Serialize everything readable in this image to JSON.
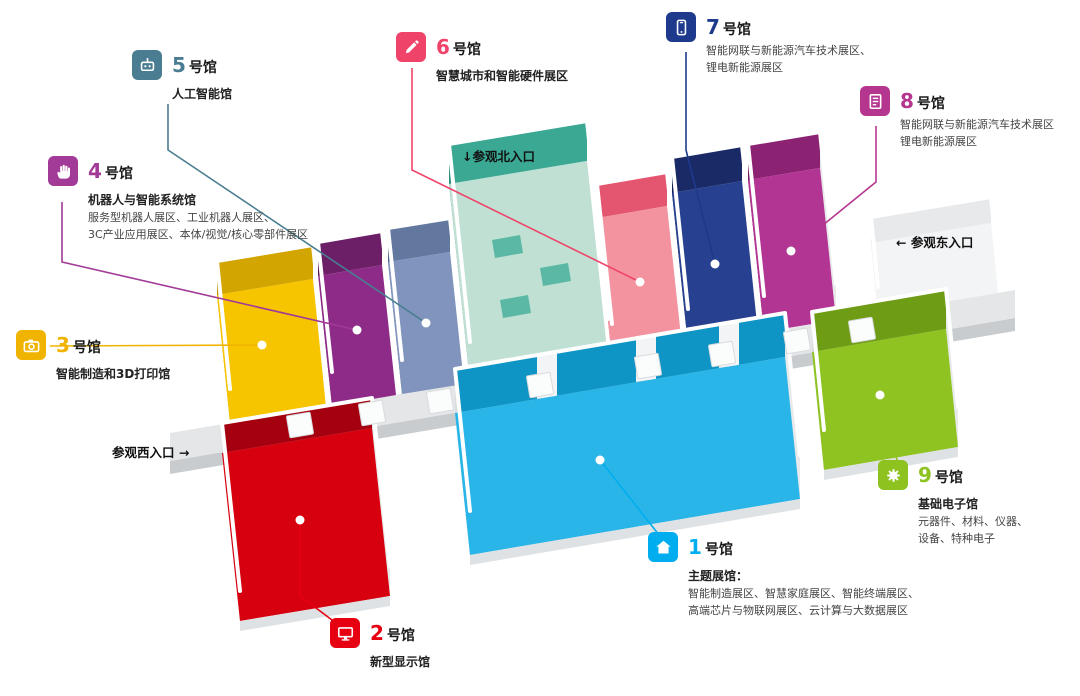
{
  "halls": [
    {
      "number": "1",
      "suffix": "号馆",
      "icon": "house-icon",
      "color": "#00aeef",
      "floor": "#2ab5e8",
      "wall": "#0e95c6",
      "wallDark": "#0a7fab",
      "title": "主题展馆：",
      "details": [
        "智能制造展区、智慧家庭展区、智能终端展区、",
        "高端芯片与物联网展区、云计算与大数据展区"
      ]
    },
    {
      "number": "2",
      "suffix": "号馆",
      "icon": "monitor-icon",
      "color": "#e60012",
      "floor": "#d6000f",
      "wall": "#a50010",
      "wallDark": "#8c000d",
      "title": "新型显示馆",
      "details": []
    },
    {
      "number": "3",
      "suffix": "号馆",
      "icon": "camera-icon",
      "color": "#f0b400",
      "floor": "#f6c500",
      "wall": "#d3a500",
      "wallDark": "#b78f00",
      "title": "智能制造和3D打印馆",
      "details": []
    },
    {
      "number": "4",
      "suffix": "号馆",
      "icon": "pointing-hand-icon",
      "color": "#a23a98",
      "floor": "#8e2b89",
      "wall": "#6c1e67",
      "wallDark": "#571353",
      "title": "机器人与智能系统馆",
      "details": [
        "服务型机器人展区、工业机器人展区、",
        "3C产业应用展区、本体/视觉/核心零部件展区"
      ]
    },
    {
      "number": "5",
      "suffix": "号馆",
      "icon": "robot-icon",
      "color": "#4a7d91",
      "floor": "#8094bd",
      "wall": "#62789f",
      "wallDark": "#4f6288",
      "title": "人工智能馆",
      "details": []
    },
    {
      "number": "6",
      "suffix": "号馆",
      "icon": "pen-icon",
      "color": "#f0436a",
      "floor": "#f2939f",
      "wall": "#e4566f",
      "wallDark": "#d14460",
      "title": "智慧城市和智能硬件展区",
      "details": []
    },
    {
      "number": "7",
      "suffix": "号馆",
      "icon": "phone-icon",
      "color": "#1e3a8c",
      "floor": "#27408f",
      "wall": "#192a66",
      "wallDark": "#121f52",
      "title": "",
      "details": [
        "智能网联与新能源汽车技术展区、",
        "锂电新能源展区"
      ]
    },
    {
      "number": "8",
      "suffix": "号馆",
      "icon": "document-icon",
      "color": "#b5368f",
      "floor": "#b23493",
      "wall": "#8c2372",
      "wallDark": "#701b5c",
      "title": "",
      "details": [
        "智能网联与新能源汽车技术展区",
        "锂电新能源展区"
      ]
    },
    {
      "number": "9",
      "suffix": "号馆",
      "icon": "gear-icon",
      "color": "#8dc21f",
      "floor": "#8ec322",
      "wall": "#6f9c15",
      "wallDark": "#5d840f",
      "title": "基础电子馆",
      "details": [
        "元器件、材料、仪器、",
        "设备、特种电子"
      ]
    }
  ],
  "north_hall": {
    "floor": "#bfe0d2",
    "wall": "#3aa893",
    "wallDark": "#2f8f7d",
    "booth": "#5ab8a5"
  },
  "entrances": {
    "north": "↓参观北入口",
    "east": "← 参观东入口",
    "west": "参观西入口 →"
  }
}
